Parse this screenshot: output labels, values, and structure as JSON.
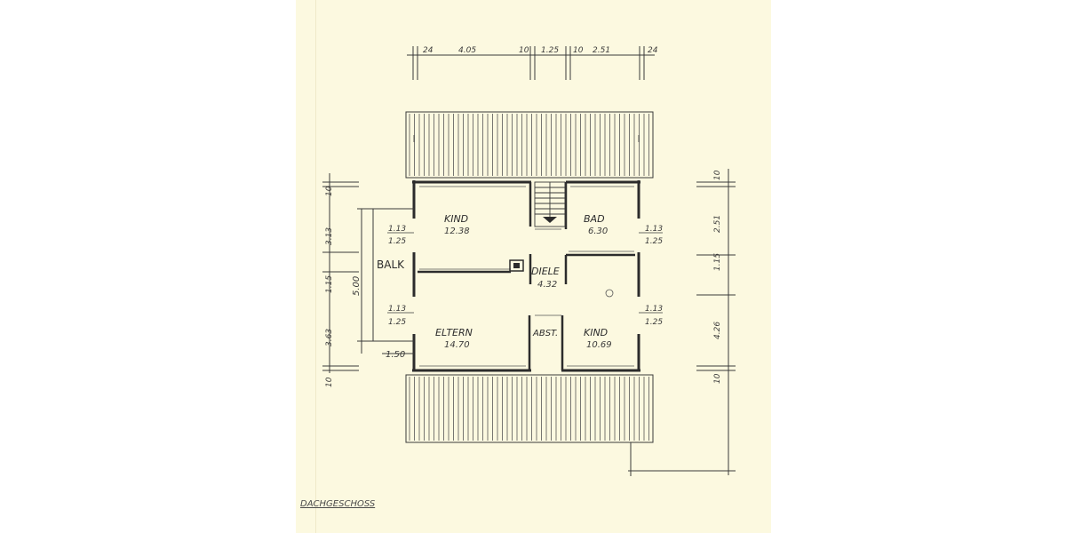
{
  "drawing_title": "DACHGESCHOSS",
  "rooms": {
    "kind_top": {
      "name": "KIND",
      "area": "12.38"
    },
    "bad": {
      "name": "BAD",
      "area": "6.30"
    },
    "diele": {
      "name": "DIELE",
      "area": "4.32"
    },
    "eltern": {
      "name": "ELTERN",
      "area": "14.70"
    },
    "kind_bottom": {
      "name": "KIND",
      "area": "10.69"
    },
    "abst": {
      "name": "ABST."
    },
    "balk": {
      "name": "BALK"
    }
  },
  "dimensions": {
    "top": [
      "24",
      "4.05",
      "10",
      "1.25",
      "10",
      "2.51",
      "24"
    ],
    "left_chain": [
      "10",
      "3.13",
      "1.15",
      "3.63",
      "10"
    ],
    "right_chain": [
      "10",
      "2.51",
      "1.15",
      "4.26",
      "10"
    ],
    "balcony_depth": "5.00",
    "balcony_width": "1.50",
    "window_left_upper": [
      "1.13",
      "1.25"
    ],
    "window_left_lower": [
      "1.13",
      "1.25"
    ],
    "window_right_upper": [
      "1.13",
      "1.25"
    ],
    "window_right_lower": [
      "1.13",
      "1.25"
    ]
  },
  "colors": {
    "paper": "#fcf9e0",
    "ink": "#2c2c2c",
    "wall": "#3a3a3a"
  }
}
